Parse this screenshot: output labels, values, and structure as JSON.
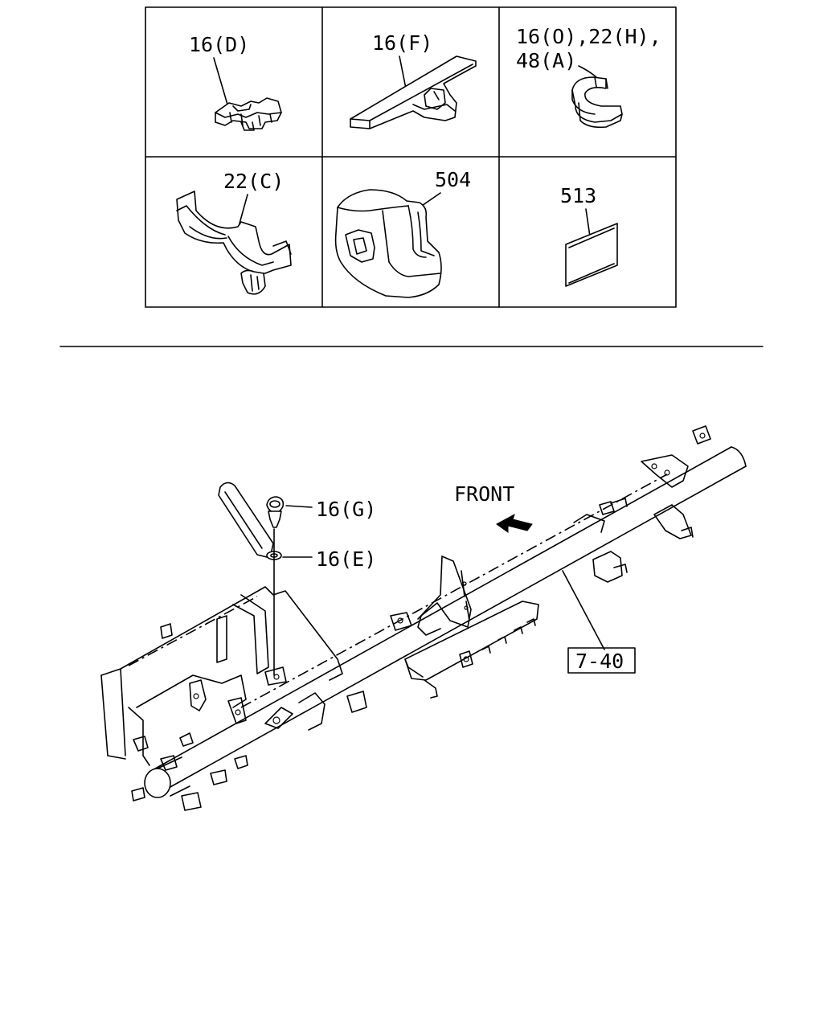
{
  "parts_table": {
    "cells": [
      {
        "label": "16(D)"
      },
      {
        "label": "16(F)"
      },
      {
        "label_line1": "16(O),22(H),",
        "label_line2": "48(A)"
      },
      {
        "label": "22(C)"
      },
      {
        "label": "504"
      },
      {
        "label": "513"
      }
    ]
  },
  "assembly": {
    "front_label": "FRONT",
    "callouts": {
      "screw": "16(G)",
      "washer": "16(E)",
      "beam_ref": "7-40"
    }
  }
}
